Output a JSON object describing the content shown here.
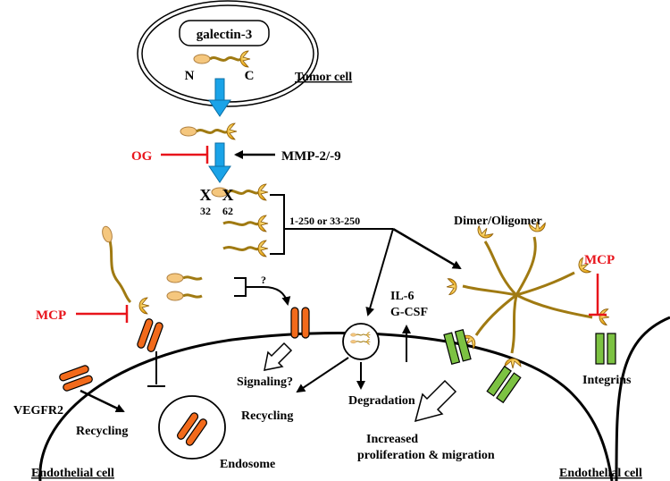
{
  "labels": {
    "galectin": "galectin-3",
    "n_term": "N",
    "c_term": "C",
    "tumor_cell": "Tumor cell",
    "og": "OG",
    "mmp": "MMP-2/-9",
    "site_32": "32",
    "site_62": "62",
    "fragments": "1-250 or 33-250",
    "dimer": "Dimer/Oligomer",
    "mcp_left": "MCP",
    "mcp_right": "MCP",
    "question": "?",
    "il6": "IL-6",
    "gcsf": "G-CSF",
    "vegfr2": "VEGFR2",
    "signaling": "Signaling?",
    "recycling_left": "Recycling",
    "endosome": "Endosome",
    "recycling_mid": "Recycling",
    "degradation": "Degradation",
    "increased": "Increased",
    "prolif": "proliferation & migration",
    "integrins": "Integrins",
    "endo_left": "Endothelial cell",
    "endo_right": "Endothelial cell",
    "cleavage_mark": "X"
  },
  "colors": {
    "inhibitor": "#e8141b",
    "arrow_blue": "#1aa3e8",
    "receptor_orange": "#f26a1b",
    "integrin_green": "#7cc242",
    "gal_tail": "#a07a12",
    "gal_n": "#f5c77e",
    "gal_crd": "#e8a81a",
    "text": "#000000"
  }
}
